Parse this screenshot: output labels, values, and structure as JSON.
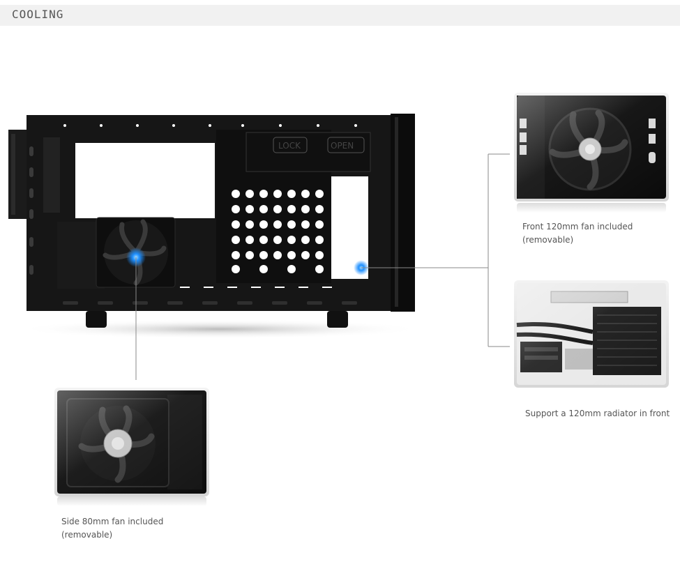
{
  "header": {
    "title": "COOLING"
  },
  "captions": {
    "front_fan": {
      "line1": "Front 120mm fan included",
      "line2": "(removable)"
    },
    "radiator": {
      "line1": "Support a 120mm radiator in front"
    },
    "side_fan": {
      "line1": "Side 80mm fan included",
      "line2": "(removable)"
    }
  },
  "colors": {
    "highlight": "#1e8fff",
    "chassis": "#141414",
    "callout_line": "#8a8a8a"
  }
}
